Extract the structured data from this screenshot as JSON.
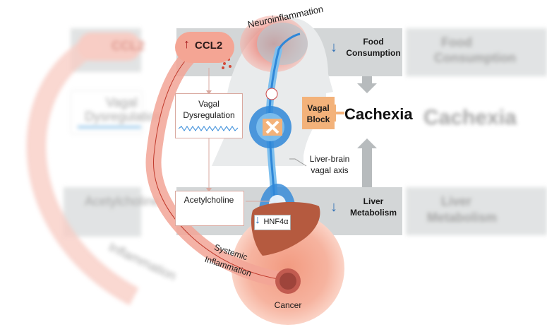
{
  "labels": {
    "ccl2": "CCL2",
    "neuroinflammation": "Neuroinflammation",
    "food_line1": "Food",
    "food_line2": "Consumption",
    "vagal_dys_line1": "Vagal",
    "vagal_dys_line2": "Dysregulation",
    "vagal_block_line1": "Vagal",
    "vagal_block_line2": "Block",
    "cachexia": "Cachexia",
    "liver_brain_line1": "Liver-brain",
    "liver_brain_line2": "vagal axis",
    "acetylcholine": "Acetylcholine",
    "liver_line1": "Liver",
    "liver_line2": "Metabolism",
    "hnf4a": "HNF4α",
    "systemic_line1": "Systemic",
    "systemic_line2": "Inflammation",
    "cancer": "Cancer"
  },
  "background_echo": {
    "left_top": "CCL2",
    "left_mid": "Vagal",
    "left_mid2": "Dysregulation",
    "left_low": "Acetylcholine",
    "left_bottom": "Inflammation",
    "right_top_1": "Food",
    "right_top_2": "Consumption",
    "right_mid": "Cachexia",
    "right_low_1": "Liver",
    "right_low_2": "Metabolism"
  },
  "colors": {
    "band": "#d3d6d7",
    "cancer_glow": "#f5a58e",
    "nerve_blue": "#2f87d8",
    "block_orange": "#f3b27a",
    "down_arrow": "#2f6fb5",
    "up_arrow": "#a6191c",
    "liver": "#b55a3f"
  },
  "icons": [
    "up-arrow-icon",
    "down-arrow-icon",
    "block-x-icon",
    "brain-icon",
    "liver-icon",
    "tumor-icon"
  ]
}
